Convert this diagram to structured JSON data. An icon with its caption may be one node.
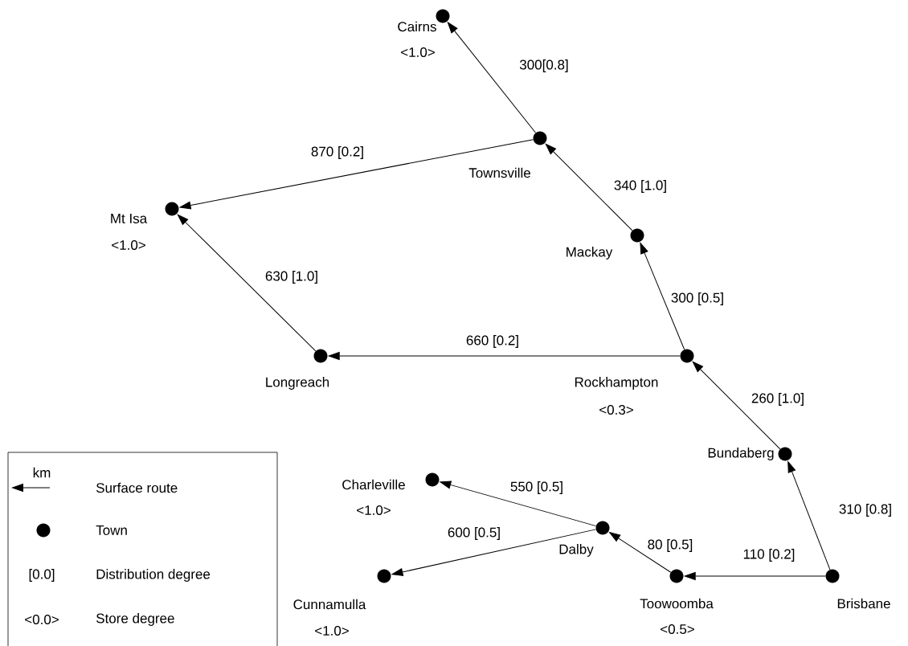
{
  "diagram": {
    "nodes": [
      {
        "text": [],
        "shape": "circle",
        "beside": [
          "Cairns",
          "<1.0>"
        ]
      },
      {
        "text": [],
        "shape": "circle",
        "beside": [
          "Townsville"
        ]
      },
      {
        "text": [],
        "shape": "circle",
        "beside": [
          "Mt Isa",
          "<1.0>"
        ]
      },
      {
        "text": [],
        "shape": "circle",
        "beside": [
          "Mackay"
        ]
      },
      {
        "text": [],
        "shape": "circle",
        "beside": [
          "Longreach"
        ]
      },
      {
        "text": [],
        "shape": "circle",
        "beside": [
          "Rockhampton",
          "<0.3>"
        ]
      },
      {
        "text": [],
        "shape": "circle",
        "beside": [
          "Bundaberg"
        ]
      },
      {
        "text": [],
        "shape": "circle",
        "beside": [
          "Charleville",
          "<1.0>"
        ]
      },
      {
        "text": [],
        "shape": "circle",
        "beside": [
          "Dalby"
        ]
      },
      {
        "text": [],
        "shape": "circle",
        "beside": [
          "Cunnamulla",
          "<1.0>"
        ]
      },
      {
        "text": [],
        "shape": "circle",
        "beside": [
          "Toowoomba",
          "<0.5>"
        ]
      },
      {
        "text": [],
        "shape": "circle",
        "beside": [
          "Brisbane"
        ]
      }
    ],
    "edges": [
      {
        "from": 1,
        "to": 0,
        "arrow": "to",
        "label": "300[0.8]"
      },
      {
        "from": 1,
        "to": 2,
        "arrow": "to",
        "label": "870 [0.2]"
      },
      {
        "from": 3,
        "to": 1,
        "arrow": "to",
        "label": "340 [1.0]"
      },
      {
        "from": 4,
        "to": 2,
        "arrow": "to",
        "label": "630 [1.0]"
      },
      {
        "from": 5,
        "to": 3,
        "arrow": "to",
        "label": "300 [0.5]"
      },
      {
        "from": 5,
        "to": 4,
        "arrow": "to",
        "label": "660 [0.2]"
      },
      {
        "from": 6,
        "to": 5,
        "arrow": "to",
        "label": "260 [1.0]"
      },
      {
        "from": 11,
        "to": 6,
        "arrow": "to",
        "label": "310 [0.8]"
      },
      {
        "from": 11,
        "to": 10,
        "arrow": "to",
        "label": "110 [0.2]"
      },
      {
        "from": 10,
        "to": 8,
        "arrow": "to",
        "label": "80 [0.5]"
      },
      {
        "from": 8,
        "to": 7,
        "arrow": "to",
        "label": "550 [0.5]"
      },
      {
        "from": 8,
        "to": 9,
        "arrow": "to",
        "label": "600 [0.5]"
      }
    ],
    "labels": [
      "km",
      "[0.0]",
      "<0.0>"
    ],
    "legend": [
      {
        "text": "Surface route"
      },
      {
        "text": "Town"
      },
      {
        "text": "Distribution degree"
      },
      {
        "text": "Store degree"
      }
    ]
  }
}
